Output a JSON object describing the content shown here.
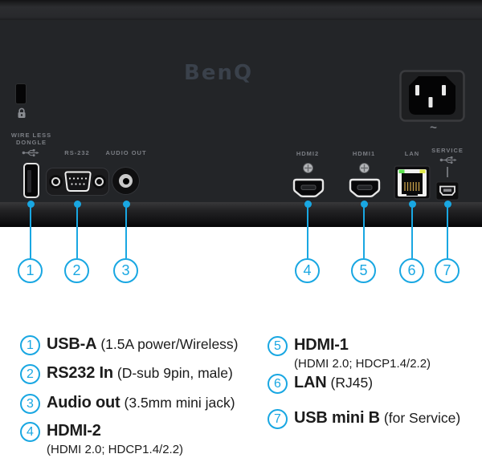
{
  "colors": {
    "accent": "#19a7e2",
    "panel": "#232528",
    "label_gray": "#7b7e84",
    "legend_text": "#1c1c1c",
    "led_green": "#5ce14f",
    "led_yellow": "#e0e84c"
  },
  "panel": {
    "brand": "BenQ",
    "power_symbol": "~",
    "labels": {
      "wireless_line1": "WIRE LESS",
      "wireless_line2": "DONGLE",
      "rs232": "RS-232",
      "audio": "AUDIO OUT",
      "hdmi2": "HDMI2",
      "hdmi1": "HDMI1",
      "lan": "LAN",
      "service": "SERVICE"
    },
    "icons": {
      "kensington": "lock-icon",
      "wireless_dongle": "usb-icon",
      "service": "usb-icon"
    }
  },
  "callouts": [
    "1",
    "2",
    "3",
    "4",
    "5",
    "6",
    "7"
  ],
  "legend": {
    "left": [
      {
        "num": "1",
        "name": "USB-A",
        "detail": "(1.5A power/Wireless)"
      },
      {
        "num": "2",
        "name": "RS232 In",
        "detail": "(D-sub 9pin, male)"
      },
      {
        "num": "3",
        "name": "Audio out",
        "detail": "(3.5mm mini jack)"
      },
      {
        "num": "4",
        "name": "HDMI-2",
        "sub": "(HDMI 2.0; HDCP1.4/2.2)"
      }
    ],
    "right": [
      {
        "num": "5",
        "name": "HDMI-1",
        "sub": "(HDMI 2.0; HDCP1.4/2.2)"
      },
      {
        "num": "6",
        "name": "LAN",
        "detail": "(RJ45)"
      },
      {
        "num": "7",
        "name": "USB mini B",
        "detail": "(for Service)"
      }
    ]
  }
}
